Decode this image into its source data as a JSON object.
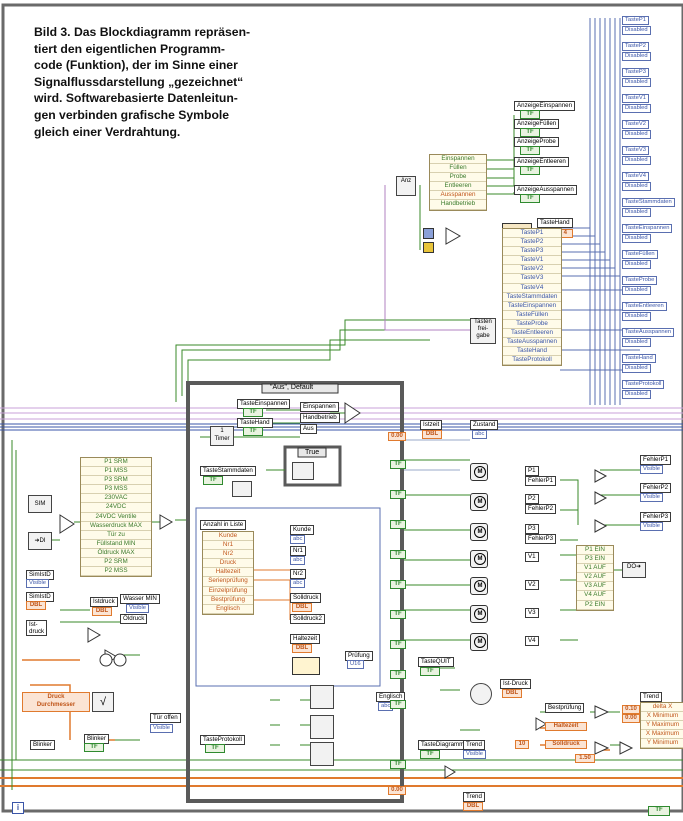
{
  "caption": {
    "lines": [
      "Bild 3. Das Blockdiagramm repräsen-",
      "tiert den eigentlichen Programm-",
      "code (Funktion), der im Sinne einer",
      "Signalflussdarstellung „gezeichnet“",
      "wird. Softwarebasierte Datenleitun-",
      "gen verbinden grafische Symbole",
      "gleich einer Verdrahtung."
    ]
  },
  "case_structure": {
    "selector": "\"Aus\", Default",
    "inner_selector": "True"
  },
  "right_panel": {
    "taste_labels": [
      "TasteP1",
      "TasteP2",
      "TasteP3",
      "TasteV1",
      "TasteV2",
      "TasteV3",
      "TasteV4",
      "TasteStammdaten",
      "TasteEinspannen",
      "TasteFüllen",
      "TasteProbe",
      "TasteEntleeren",
      "TasteAusspannen",
      "TasteHand",
      "TasteProtokoll"
    ],
    "disabled": "Disabled"
  },
  "anzeige": {
    "items": [
      "AnzeigeEinspannen",
      "AnzeigeFüllen",
      "AnzeigeProbe",
      "AnzeigeEntleeren",
      "AnzeigeAusspannen"
    ],
    "anz_label": "Anz",
    "mode_list": [
      "Einspannen",
      "Füllen",
      "Probe",
      "Entleeren",
      "Ausspannen",
      "Handbetrieb"
    ],
    "taste_hand": "TasteHand",
    "colors": "Colors 4",
    "tasten_freigabe": [
      "Tasten",
      "frei-",
      "gabe"
    ]
  },
  "taste_list": [
    "TasteP1",
    "TasteP2",
    "TasteP3",
    "TasteV1",
    "TasteV2",
    "TasteV3",
    "TasteV4",
    "TasteStammdaten",
    "TasteEinspannen",
    "TasteFüllen",
    "TasteProbe",
    "TasteEntleeren",
    "TasteAusspannen",
    "TasteHand",
    "TasteProtokoll"
  ],
  "left_inputs": {
    "sim": "SIM",
    "di": "DI",
    "sensor_list": [
      "P1 SRM",
      "P1 MSS",
      "P3 SRM",
      "P3 MSS",
      "230VAC",
      "24VDC",
      "24VDC Ventile",
      "Wasserdruck MAX",
      "Tür zu",
      "Füllstand MIN",
      "Öldruck MAX",
      "P2 SRM",
      "P2 MSS"
    ],
    "simist": "SimIstD",
    "visible": "Visible",
    "istdruck": "Istdruck",
    "ist_druck": [
      "Ist-",
      "druck"
    ],
    "wasser_min": "Wasser MIN",
    "oeldruck": "Öldruck",
    "druck_durchmesser": [
      "Druck",
      "Durchmesser"
    ],
    "tuer_offen": "Tür offen",
    "blinker": "Blinker"
  },
  "inner": {
    "taste_einspannen": "TasteEinspannen",
    "taste_hand": "TasteHand",
    "timer": [
      "1",
      "Timer"
    ],
    "einspannen": "Einspannen",
    "handbetrieb": "Handbetrieb",
    "aus": "Aus",
    "istzeit": "Istzeit",
    "zustand": "Zustand",
    "value_000": "0.00",
    "taste_stammdaten": "TasteStammdaten",
    "anzahl_liste": "Anzahl in Liste",
    "record_fields": [
      "Kunde",
      "Nr1",
      "Nr2",
      "Druck",
      "Haltezeit",
      "Serienprüfung",
      "Einzelprüfung",
      "Bestprüfung",
      "Englisch"
    ],
    "kunde": "Kunde",
    "nr1": "Nr1",
    "nr2": "Nr2",
    "solldruck": "Solldruck",
    "solldruck2": "Solldruck2",
    "haltezeit": "Haltezeit",
    "pruefung": "Prüfung",
    "englisch": "Englisch",
    "taste_protokoll": "TasteProtokoll"
  },
  "motors": {
    "labels": [
      "P1",
      "FehlerP1",
      "P2",
      "FehlerP2",
      "P3",
      "FehlerP3",
      "V1",
      "V2",
      "V3",
      "V4"
    ],
    "errors": [
      "FehlerP1",
      "FehlerP2",
      "FehlerP3"
    ],
    "visible": "Visible",
    "out_list": [
      "P1 EIN",
      "P3 EIN",
      "V1 AUF",
      "V2 AUF",
      "V3 AUF",
      "V4 AUF",
      "P2 EIN"
    ],
    "do_label": "DO"
  },
  "bottom": {
    "taste_quit": "TasteQUIT",
    "istdruck": "Ist-Druck",
    "taste_diagramm": "TasteDiagramm",
    "trend": "Trend",
    "bestpruefung": "Bestprüfung",
    "haltezeit": "Haltezeit",
    "solldruck": "Solldruck",
    "value_10": "10",
    "value_150": "1.50",
    "value_010": "0.10",
    "value_000": "0.00",
    "trend_items": [
      "delta X",
      "X Minimum",
      "Y Maximum",
      "X Maximum",
      "Y Minimum"
    ],
    "value_000b": "0.00",
    "trend2": "Trend",
    "info": "i"
  }
}
